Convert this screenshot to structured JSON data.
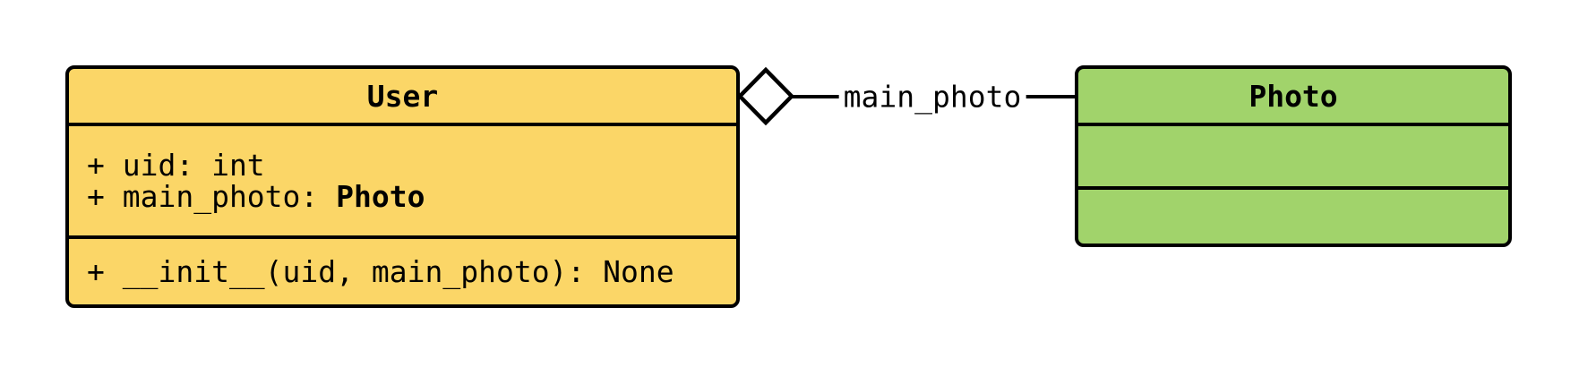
{
  "diagram_type": "uml-class-diagram",
  "colors": {
    "background": "#ffffff",
    "border": "#000000",
    "text": "#000000",
    "user_fill": "#fbd667",
    "photo_fill": "#a1d36b",
    "diamond_fill": "#ffffff"
  },
  "classes": [
    {
      "name": "User",
      "fill": "#fbd667",
      "attributes": [
        {
          "text": "+ uid: int",
          "type_ref": ""
        },
        {
          "text": "+ main_photo: ",
          "type_ref": "Photo"
        }
      ],
      "methods": [
        {
          "text": "+ __init__(uid, main_photo): None"
        }
      ]
    },
    {
      "name": "Photo",
      "fill": "#a1d36b",
      "attributes": [],
      "methods": []
    }
  ],
  "relationship": {
    "label": "main_photo",
    "kind": "aggregation",
    "diamond_style": "hollow",
    "from": "User",
    "to": "Photo"
  }
}
